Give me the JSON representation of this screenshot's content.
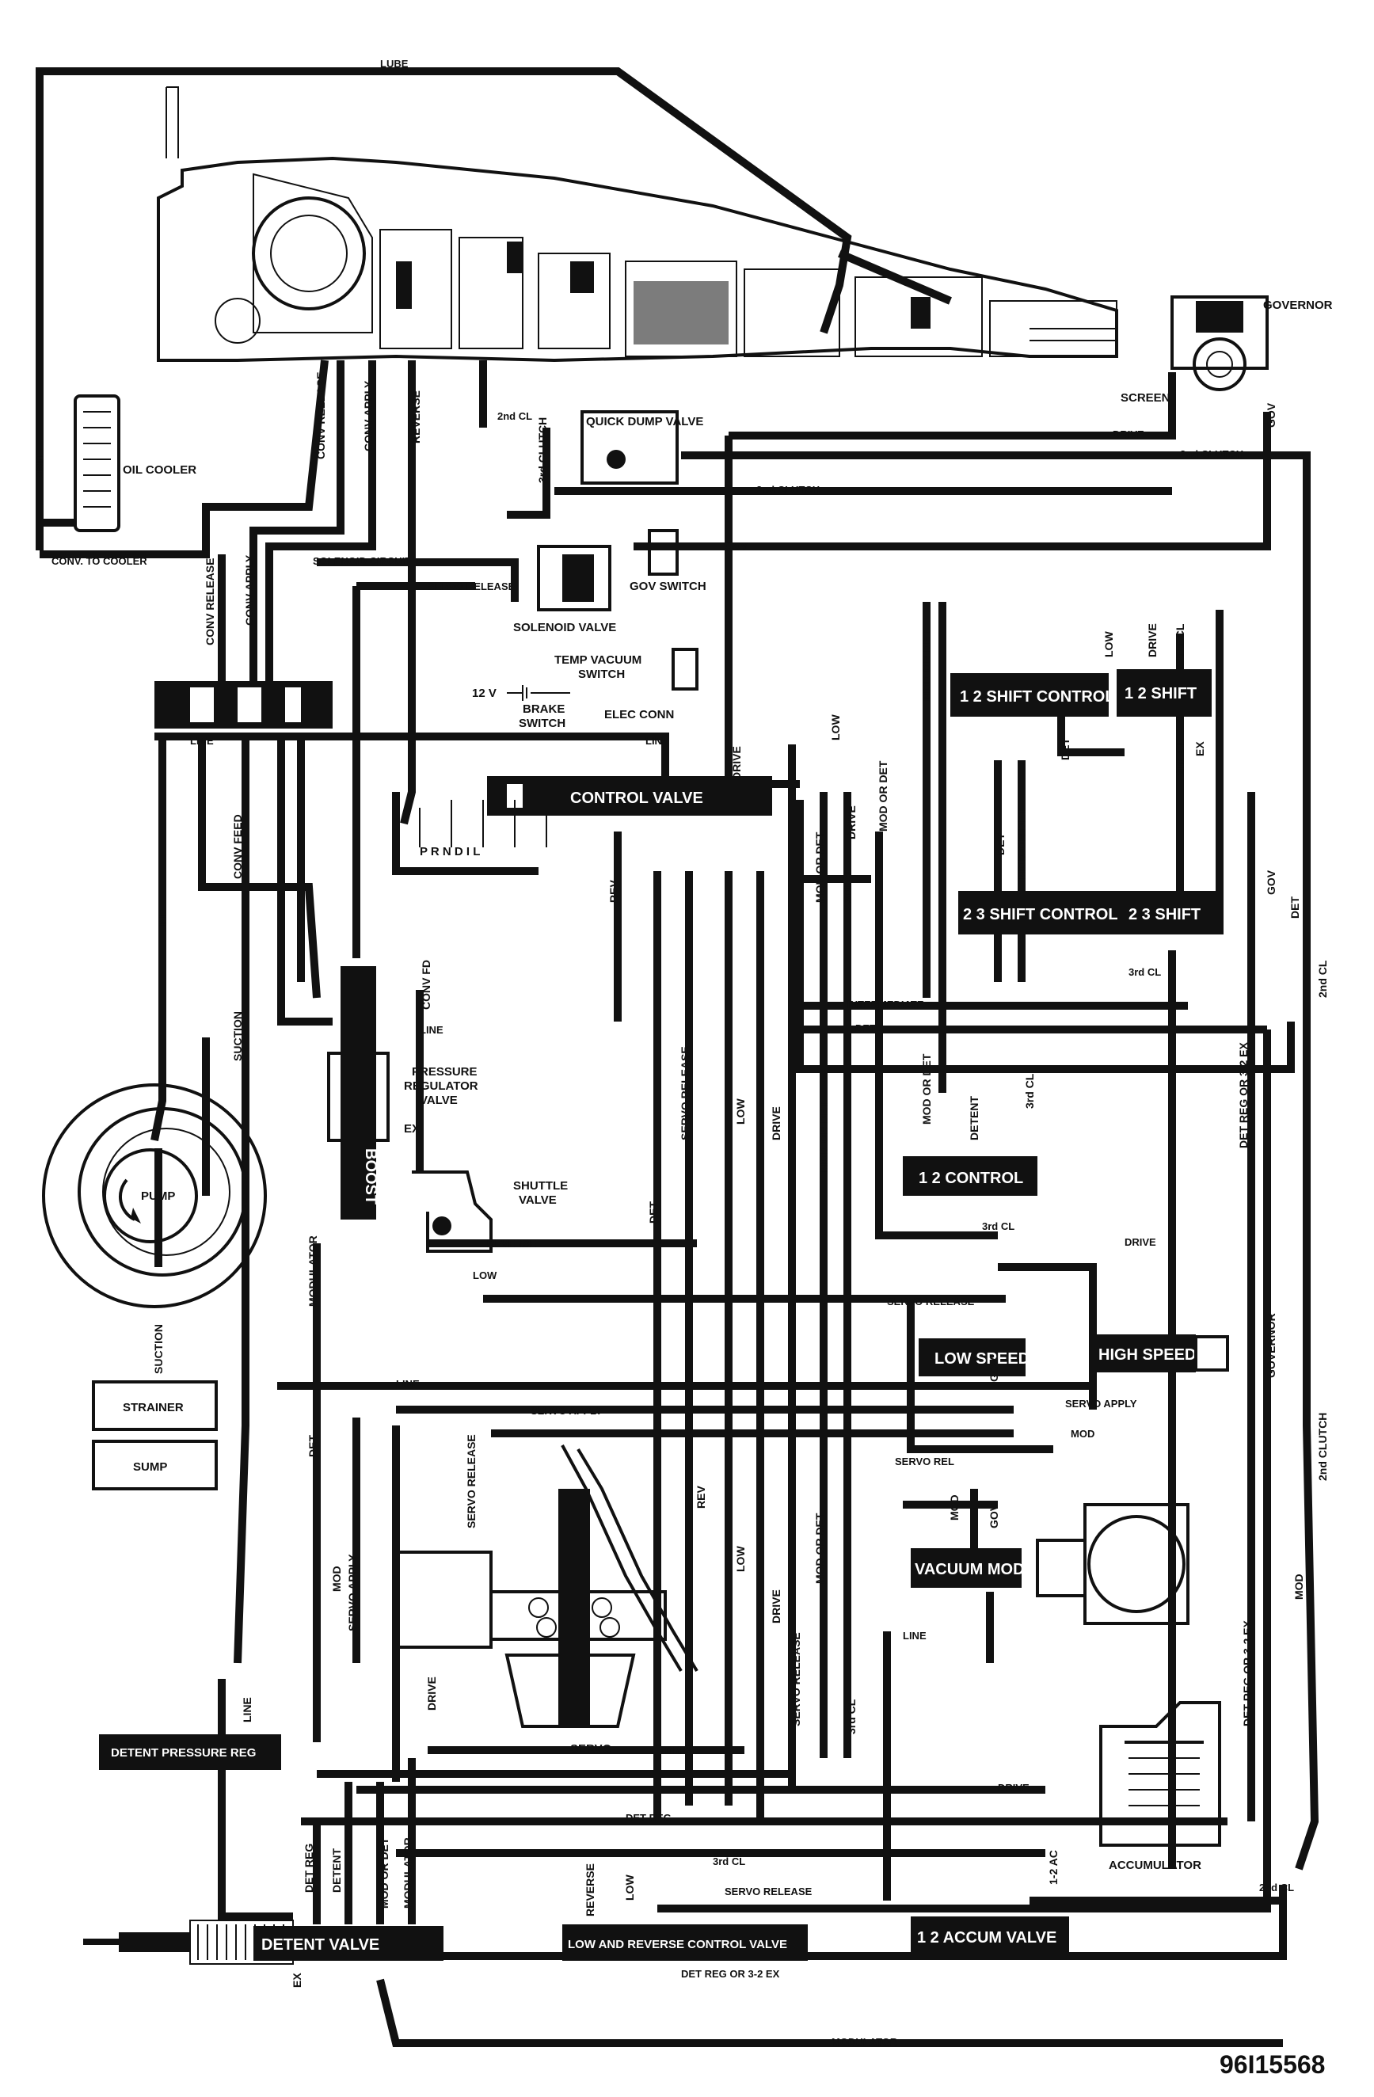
{
  "figure_id": "96I15568",
  "components": {
    "governor": "GOVERNOR",
    "screen": "SCREEN",
    "oil_cooler": "OIL COOLER",
    "quick_dump_valve": "QUICK DUMP VALVE",
    "gov_switch": "GOV SWITCH",
    "solenoid_valve": "SOLENOID VALVE",
    "temp_vacuum_switch": "TEMP VACUUM\nSWITCH",
    "elec_conn": "ELEC CONN",
    "brake_switch": "BRAKE\nSWITCH",
    "twelve_v": "12 V",
    "pressure_regulator_valve": "PRESSURE\nREGULATOR\nVALVE",
    "shuttle_valve": "SHUTTLE\nVALVE",
    "pump": "PUMP",
    "strainer": "STRAINER",
    "sump": "SUMP",
    "servo": "SERVO",
    "accumulator": "ACCUMULATOR"
  },
  "valves": {
    "control_valve": "CONTROL VALVE",
    "shift_control_12": "1 2 SHIFT CONTROL",
    "shift_12": "1 2  SHIFT",
    "shift_control_23": "2 3 SHIFT CONTROL",
    "shift_23": "2 3  SHIFT",
    "control_12": "1 2 CONTROL",
    "low_speed": "LOW SPEED",
    "high_speed": "HIGH SPEED",
    "vacuum_mod": "VACUUM MOD",
    "boost": "BOOST",
    "detent_pressure_reg": "DETENT PRESSURE REG",
    "detent_valve": "DETENT VALVE",
    "low_reverse_control_valve": "LOW AND REVERSE CONTROL VALVE",
    "accum_valve_12": "1 2 ACCUM VALVE"
  },
  "selector": "P  R N D I  L",
  "line_labels": {
    "lube": "LUBE",
    "drive": "DRIVE",
    "second_clutch": "2nd CLUTCH",
    "second_cl": "2nd CL",
    "third_clutch": "3rd CLUTCH",
    "third_cl": "3rd CL",
    "gov": "GOV",
    "conv_release": "CONV RELEASE",
    "conv_apply": "CONV APPLY",
    "conv_to_cooler": "CONV. TO COOLER",
    "conv_feed": "CONV FEED",
    "conv_fd": "CONV FD",
    "reverse": "REVERSE",
    "solenoid_circuit": "SOLENOID CIRCUIT",
    "servo_release": "SERVO RELEASE",
    "servo_apply": "SERVO APPLY",
    "servo_rel": "SERVO REL",
    "line": "LINE",
    "ex": "EX",
    "low": "LOW",
    "mod_or_det": "MOD OR DET",
    "det": "DET",
    "rev": "REV",
    "intermediate": "INTERMEDIATE",
    "suction": "SUCTION",
    "modulator": "MODULATOR",
    "mod": "MOD",
    "detent": "DETENT",
    "det_reg": "DET REG",
    "det_reg_or_32ex": "DET REG OR 3-2 EX",
    "det_reg_or_32ex_v": "DET REG OR 3-2 EX",
    "governor_line": "GOVERNOR",
    "one_two_ac": "1-2 AC",
    "detent_l": "DETENT"
  }
}
